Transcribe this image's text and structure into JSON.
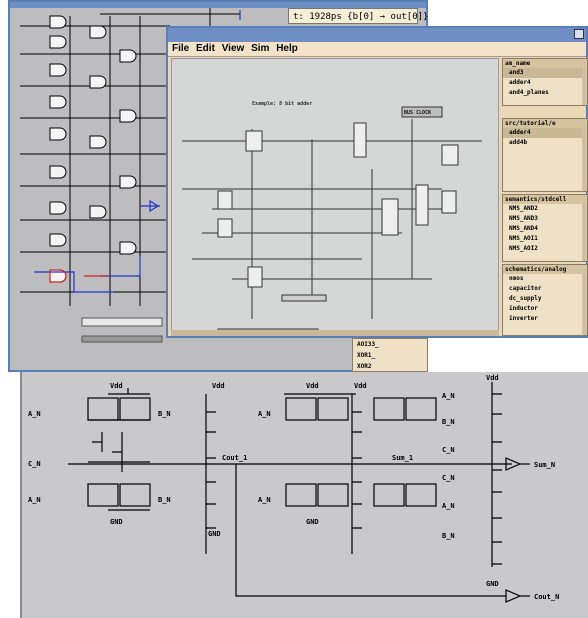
{
  "back_window": {
    "tooltip": "t: 1928ps {b[0] → out[0]}"
  },
  "sim_window": {
    "menu": [
      "File",
      "Edit",
      "View",
      "Sim",
      "Help"
    ],
    "canvas_title": "Example: 8 bit adder",
    "canvas_button": "BUS CLOCK"
  },
  "side_panels": [
    {
      "header": "am_name",
      "items": [
        "and3",
        "adder4",
        "and4_planes"
      ],
      "selected": 0
    },
    {
      "header": "src/tutorial/e",
      "items": [
        "adder4",
        "add4b"
      ],
      "selected": 0
    },
    {
      "header": "semantics/stdcell",
      "items": [
        "NMS_AND2",
        "NMS_AND3",
        "NMS_AND4",
        "NMS_AOI1",
        "NMS_AOI2"
      ],
      "selected": -1
    },
    {
      "header": "schematics/analog",
      "items": [
        "nmos",
        "capacitor",
        "dc_supply",
        "inductor",
        "inverter"
      ],
      "selected": -1
    }
  ],
  "cell_list": [
    "AOI33_",
    "XOR1_",
    "XOR2"
  ],
  "schematic": {
    "labels": {
      "vdd": "Vdd",
      "gnd": "GND",
      "A_N": "A_N",
      "B_N": "B_N",
      "C_N": "C_N",
      "cout_1": "Cout_1",
      "sum_1": "Sum_1",
      "sum_out": "Sum_N",
      "cout_out": "Cout_N"
    }
  }
}
